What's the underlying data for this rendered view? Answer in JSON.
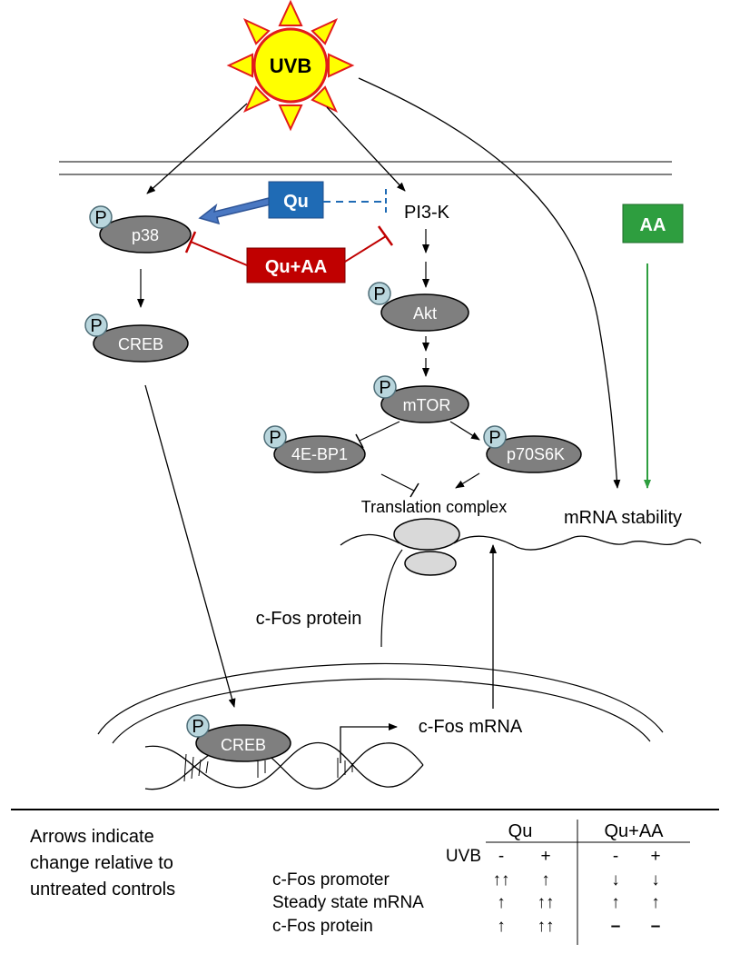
{
  "sun": {
    "label": "UVB",
    "fill": "#ffff00",
    "stroke": "#e21b1b"
  },
  "inhibitors": {
    "qu": {
      "label": "Qu",
      "color": "#1f6bb5"
    },
    "quaa": {
      "label": "Qu+AA",
      "color": "#c00000"
    },
    "aa": {
      "label": "AA",
      "color": "#2e9e3f"
    }
  },
  "nodes": {
    "p38": "p38",
    "creb_top": "CREB",
    "akt": "Akt",
    "mtor": "mTOR",
    "ebp1": "4E-BP1",
    "p70": "p70S6K",
    "creb_bottom": "CREB",
    "phospho": "P"
  },
  "labels": {
    "pi3k": "PI3-K",
    "translation_complex": "Translation complex",
    "mrna_stability": "mRNA stability",
    "cfos_protein": "c-Fos protein",
    "cfos_mrna": "c-Fos mRNA"
  },
  "legend": {
    "note_lines": [
      "Arrows indicate",
      "change relative to",
      "untreated controls"
    ],
    "group_headers": [
      "Qu",
      "Qu+AA"
    ],
    "uvb_label": "UVB",
    "uvb_states": [
      "-",
      "+",
      "-",
      "+"
    ],
    "rows": [
      {
        "label": "c-Fos promoter",
        "cells": [
          "↑↑",
          "↑",
          "↓",
          "↓"
        ]
      },
      {
        "label": "Steady state mRNA",
        "cells": [
          "↑",
          "↑↑",
          "↑",
          "↑"
        ]
      },
      {
        "label": "c-Fos protein",
        "cells": [
          "↑",
          "↑↑",
          "–",
          "–"
        ]
      }
    ]
  }
}
